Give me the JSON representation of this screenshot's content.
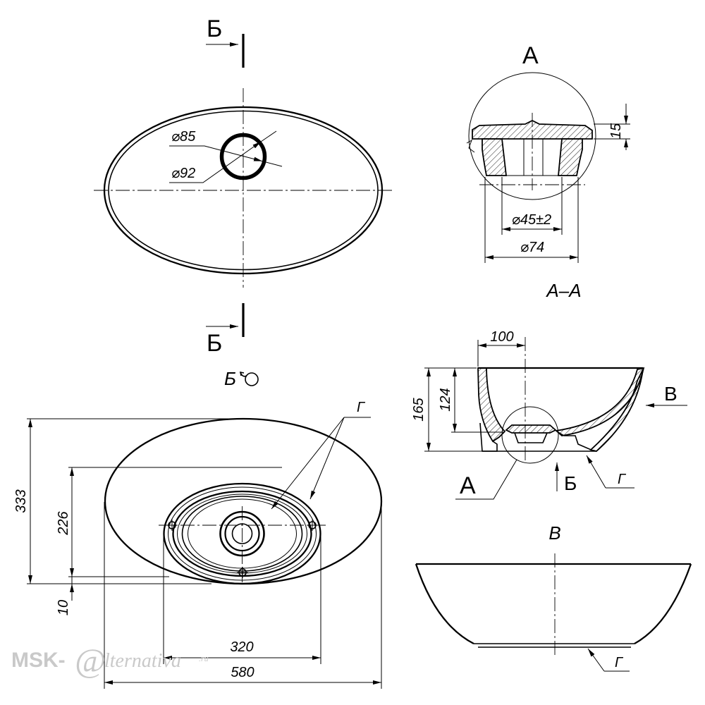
{
  "colors": {
    "line": "#000000",
    "background": "#ffffff",
    "watermark": "#c9c9c9"
  },
  "plan_view": {
    "section_top_label": "Б",
    "section_bottom_label": "Б",
    "dim_d85": "⌀85",
    "dim_d92": "⌀92"
  },
  "detail_a": {
    "title": "А",
    "dim_15": "15",
    "dim_d45": "⌀45±2",
    "dim_d74": "⌀74",
    "section_caption": "А–А"
  },
  "side_section": {
    "dim_100": "100",
    "dim_165": "165",
    "dim_124": "124",
    "view_v_label": "В",
    "detail_a_label": "А",
    "view_b_label": "Б",
    "leader_g_label": "Г"
  },
  "bottom_view": {
    "title": "Б",
    "title_icon": "rotated-view-icon",
    "leader_g_label": "Г",
    "dim_333": "333",
    "dim_226": "226",
    "dim_10": "10",
    "dim_320": "320",
    "dim_580": "580"
  },
  "view_v": {
    "title": "В",
    "leader_g_label": "Г"
  },
  "watermark": {
    "prefix": "MSK-",
    "at": "@",
    "name": "lternativa",
    "tld": ".ru"
  }
}
